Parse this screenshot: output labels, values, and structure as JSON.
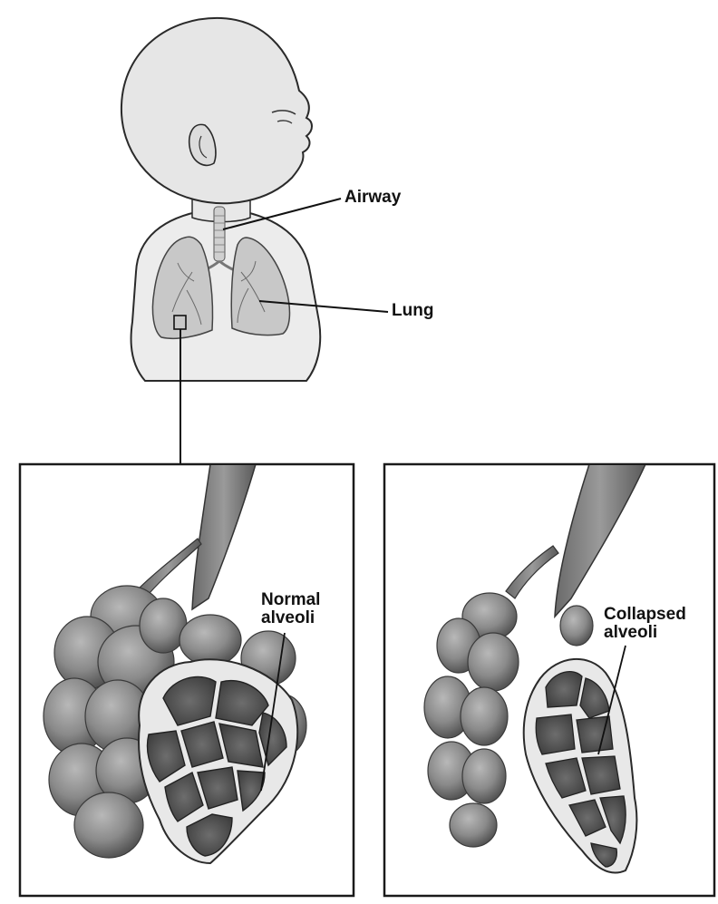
{
  "labels": {
    "airway": "Airway",
    "lung": "Lung",
    "normal_line1": "Normal",
    "normal_line2": "alveoli",
    "collapsed_line1": "Collapsed",
    "collapsed_line2": "alveoli"
  },
  "colors": {
    "line": "#1a1a1a",
    "skin": "#e6e6e6",
    "tissue": "#8c8c8c",
    "tissue_dark": "#5f5f5f",
    "background": "#ffffff"
  }
}
